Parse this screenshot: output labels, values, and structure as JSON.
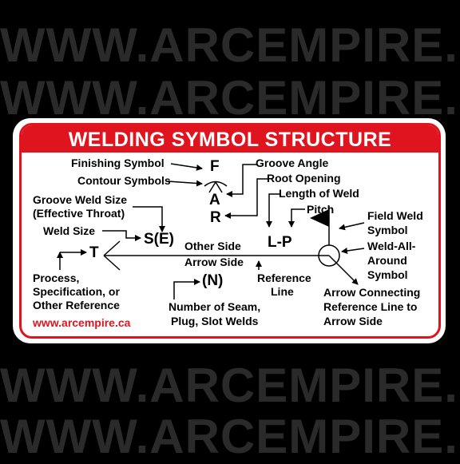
{
  "watermark": "WWW.ARCEMPIRE.CA",
  "title": "WELDING SYMBOL STRUCTURE",
  "labels": {
    "finishing_symbol": "Finishing Symbol",
    "contour_symbols": "Contour Symbols",
    "groove_weld_size_1": "Groove Weld Size",
    "groove_weld_size_2": "(Effective Throat)",
    "weld_size": "Weld Size",
    "process_1": "Process,",
    "process_2": "Specification, or",
    "process_3": "Other Reference",
    "website": "www.arcempire.ca",
    "groove_angle": "Groove Angle",
    "root_opening": "Root Opening",
    "length_of_weld": "Length of Weld",
    "pitch": "Pitch",
    "other_side": "Other Side",
    "arrow_side": "Arrow Side",
    "reference_line_1": "Reference",
    "reference_line_2": "Line",
    "seam_1": "Number of Seam,",
    "seam_2": "Plug, Slot Welds",
    "field_weld_1": "Field Weld",
    "field_weld_2": "Symbol",
    "weld_all_1": "Weld-All-",
    "weld_all_2": "Around",
    "weld_all_3": "Symbol",
    "arrow_conn_1": "Arrow Connecting",
    "arrow_conn_2": "Reference Line to",
    "arrow_conn_3": "Arrow Side"
  },
  "symbols": {
    "F": "F",
    "A": "A",
    "R": "R",
    "S_E": "S(E)",
    "T": "T",
    "L_P": "L-P",
    "N": "(N)"
  },
  "colors": {
    "accent_red": "#e0141e",
    "background": "#000000",
    "watermark": "#2a2a2a"
  }
}
